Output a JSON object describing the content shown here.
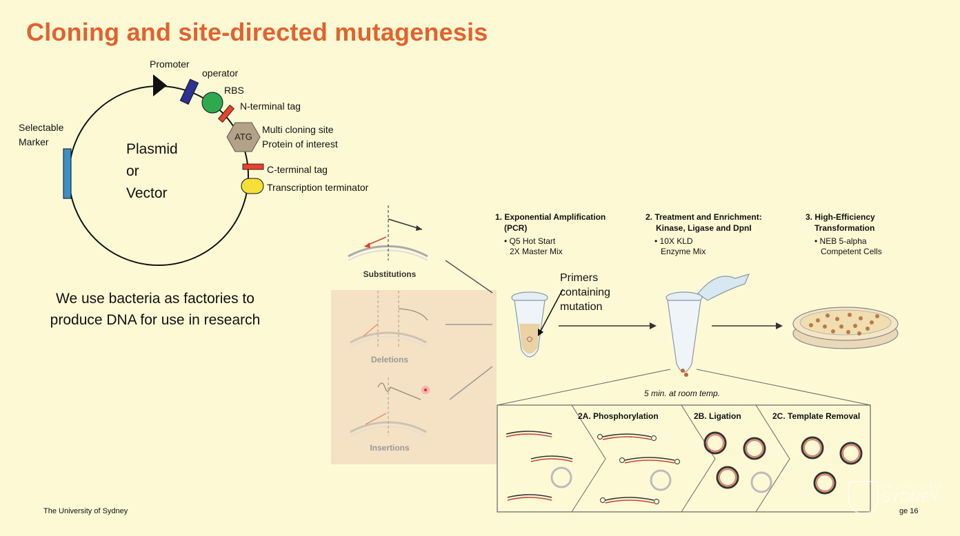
{
  "slide": {
    "title": "Cloning and site-directed mutagenesis",
    "footer": "The University of Sydney",
    "page_label": "ge 16",
    "logo_line1": "THE UNIVERSITY OF",
    "logo_line2": "SYDNEY"
  },
  "plasmid": {
    "center_line1": "Plasmid",
    "center_line2": "or",
    "center_line3": "Vector",
    "atg": "ATG",
    "labels": {
      "promoter": "Promoter",
      "operator": "operator",
      "rbs": "RBS",
      "n_tag": "N-terminal tag",
      "mcs": "Multi cloning site",
      "poi": "Protein of interest",
      "c_tag": "C-terminal tag",
      "terminator": "Transcription terminator",
      "marker_line1": "Selectable",
      "marker_line2": "Marker"
    },
    "colors": {
      "promoter": "#111111",
      "operator": "#2e3192",
      "rbs": "#2fa84f",
      "tag": "#e8432a",
      "atg": "#b3a288",
      "terminator": "#f5e03a",
      "marker": "#3e8fc7"
    }
  },
  "caption": {
    "line1": "We use bacteria as factories to",
    "line2": "produce DNA for use in research"
  },
  "workflow": {
    "mutation_types": [
      "Substitutions",
      "Deletions",
      "Insertions"
    ],
    "steps": [
      {
        "title_line1": "1. Exponential Amplification",
        "title_line2": "(PCR)",
        "bullet_line1": "• Q5 Hot Start",
        "bullet_line2": "2X Master Mix"
      },
      {
        "title_line1": "2. Treatment and Enrichment:",
        "title_line2": "Kinase, Ligase and DpnI",
        "bullet_line1": "• 10X KLD",
        "bullet_line2": "Enzyme Mix"
      },
      {
        "title_line1": "3. High-Efficiency",
        "title_line2": "Transformation",
        "bullet_line1": "• NEB 5-alpha",
        "bullet_line2": "Competent Cells"
      }
    ],
    "primer_note": [
      "Primers",
      "containing",
      "mutation"
    ],
    "incubation": "5 min. at room temp.",
    "substeps": [
      "2A. Phosphorylation",
      "2B. Ligation",
      "2C. Template Removal"
    ]
  }
}
